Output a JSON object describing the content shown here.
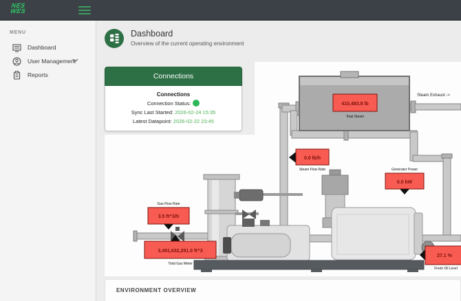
{
  "topbar": {
    "logo_line1": "NES",
    "logo_line2": "WES"
  },
  "sidebar": {
    "menu_label": "MENU",
    "items": [
      {
        "label": "Dashboard"
      },
      {
        "label": "User Management"
      },
      {
        "label": "Reports"
      }
    ]
  },
  "header": {
    "title": "Dashboard",
    "subtitle": "Overview of the current operating environment"
  },
  "connections_card": {
    "header_title": "Connections",
    "body_title": "Connections",
    "status_label": "Connection Status:",
    "sync_label": "Sync Last Started:",
    "sync_value": "2026-02-24 15:35",
    "latest_label": "Latest Datapoint:",
    "latest_value": "2026-02-22 23:45"
  },
  "diagram": {
    "steam_exhaust_label": "Steam Exhaust ->",
    "gauges": [
      {
        "value": "410,483.8 lb",
        "label": "Total Steam"
      },
      {
        "value": "0.0 lb/h",
        "label": "Steam Flow Rate"
      },
      {
        "value": "0.0 kW",
        "label": "Generator Power"
      },
      {
        "value": "3.5 ft^3/h",
        "label": "Gas Flow Rate"
      },
      {
        "value": "3,491,632,291.0 ft^3",
        "label": "Total Gas Meter"
      },
      {
        "value": "27.1 %",
        "label": "Fresh Oil Level"
      }
    ]
  },
  "environment": {
    "title": "ENVIRONMENT OVERVIEW"
  },
  "colors": {
    "brand_green": "#2fca66",
    "theme_green": "#2e7046",
    "status_green": "#2eb85c",
    "value_green": "#4caf50",
    "gauge_red": "#f85b52",
    "gauge_text": "#7e120c",
    "topbar_bg": "#3c4147"
  }
}
